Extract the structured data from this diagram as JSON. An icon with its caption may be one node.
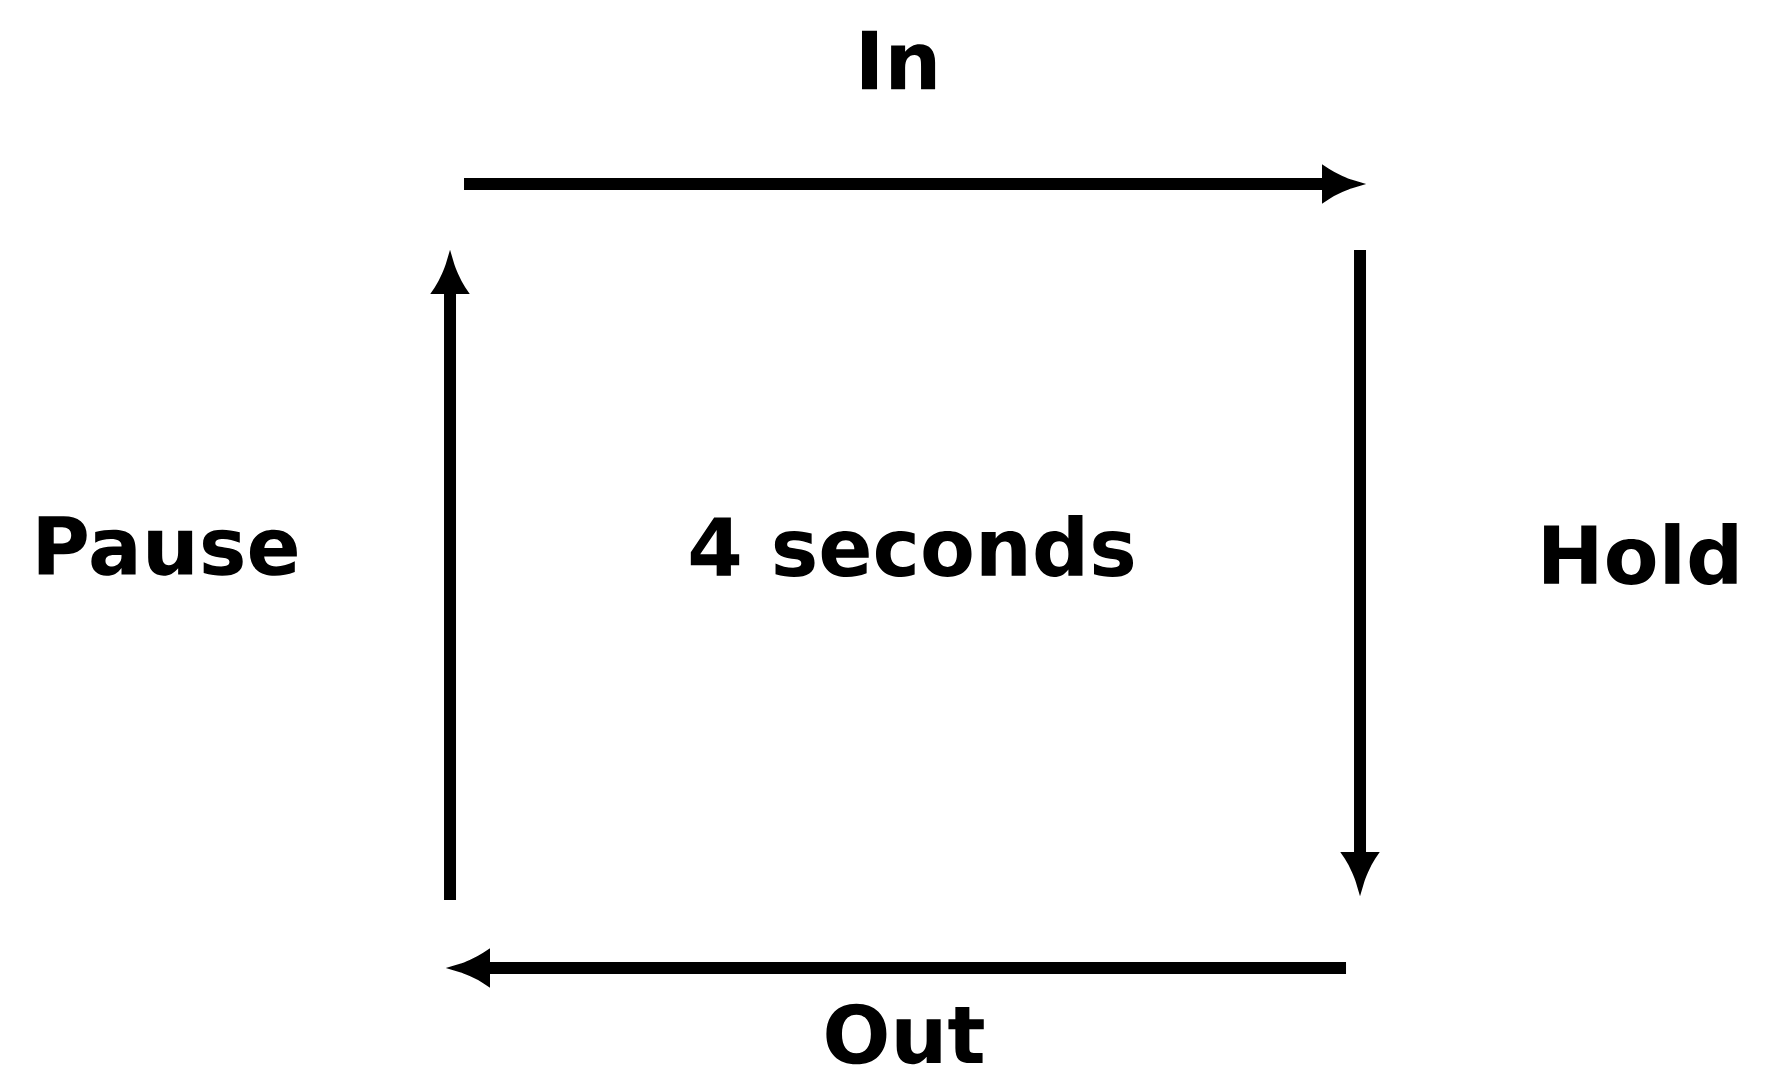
{
  "diagram": {
    "labels": [
      "In",
      "Pause",
      "4 seconds",
      "Hold",
      "Out"
    ]
  }
}
